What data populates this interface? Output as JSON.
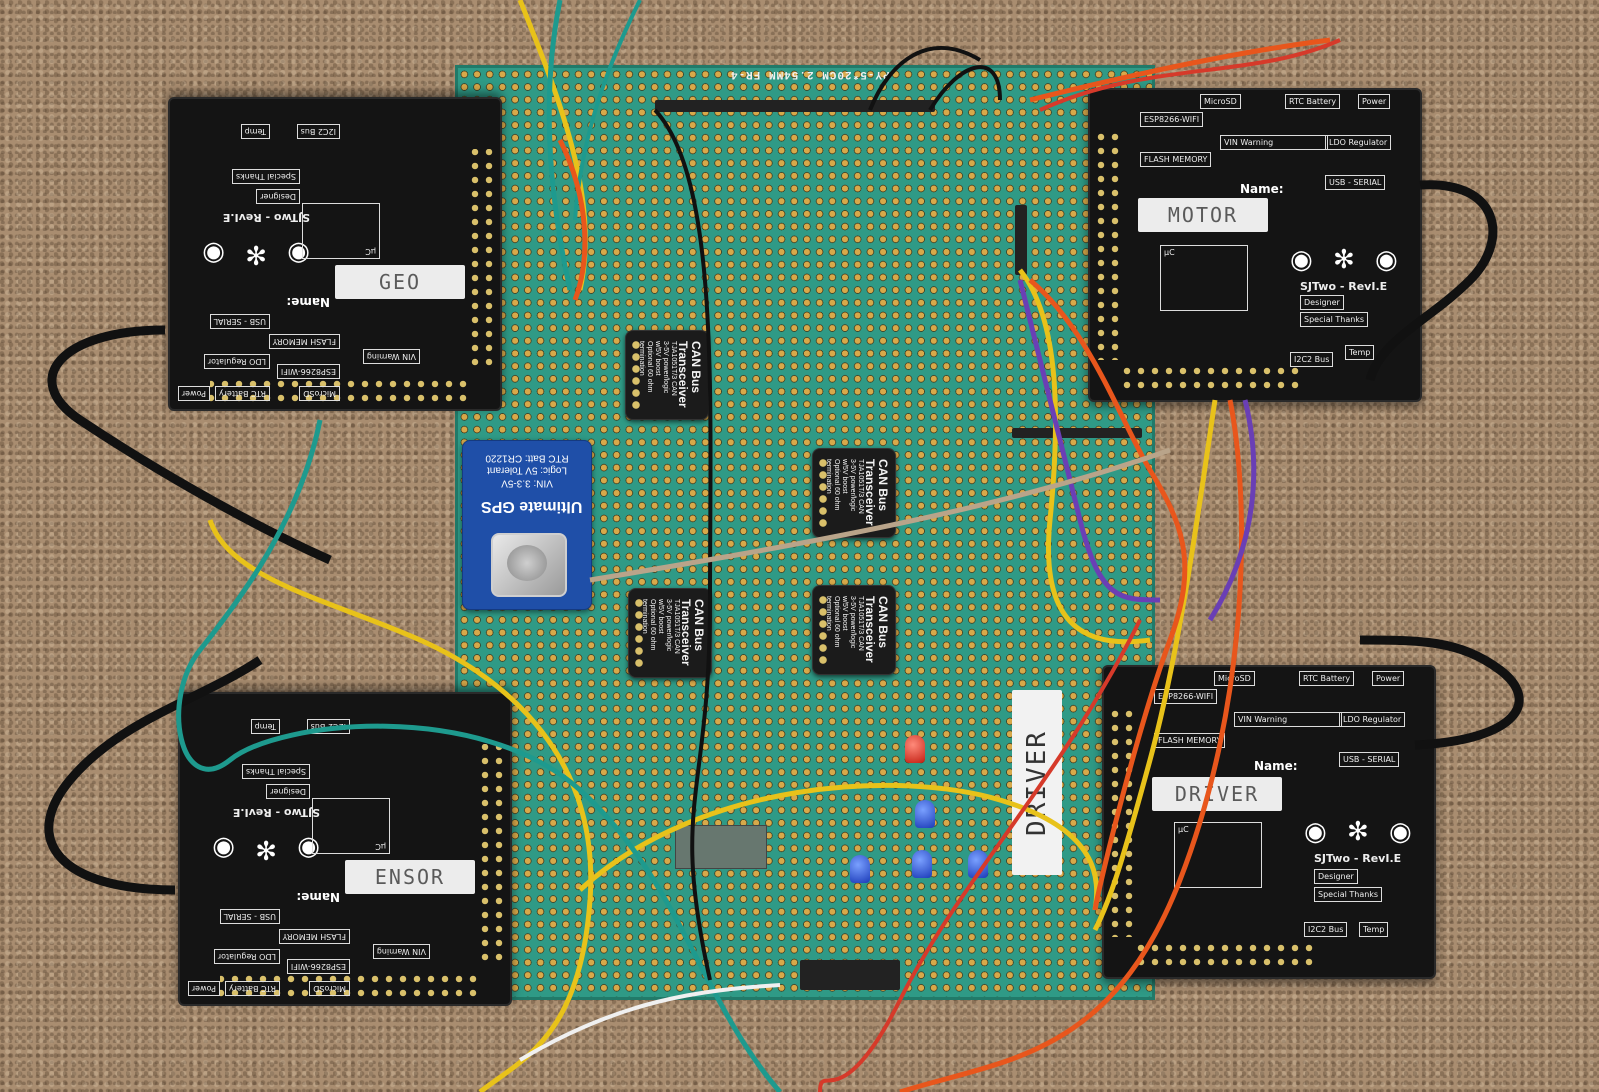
{
  "protoboard": {
    "silkscreen": "PY-5*20CM 2.54MM FR-4"
  },
  "boards": [
    {
      "id": "geo",
      "name_label": "GEO",
      "title": "SJTwo - RevI.E",
      "name_caption": "Name:",
      "boxes": [
        "RTC Battery",
        "Power",
        "MicroSD",
        "ESP8266-WIFI",
        "LDO Regulator",
        "VIN Warning",
        "FLASH MEMORY",
        "USB - SERIAL",
        "μC",
        "Designer",
        "Special Thanks",
        "I2C2 Bus",
        "Temp"
      ]
    },
    {
      "id": "motor",
      "name_label": "MOTOR",
      "title": "SJTwo - RevI.E",
      "name_caption": "Name:",
      "boxes": [
        "MicroSD",
        "RTC Battery",
        "Power",
        "ESP8266-WIFI",
        "VIN Warning",
        "LDO Regulator",
        "FLASH MEMORY",
        "USB - SERIAL",
        "μC",
        "Designer",
        "Special Thanks",
        "I2C2 Bus",
        "Temp"
      ]
    },
    {
      "id": "sensor",
      "name_label": "ENSOR",
      "title": "SJTwo - RevI.E",
      "name_caption": "Name:",
      "boxes": [
        "RTC Battery",
        "Power",
        "MicroSD",
        "ESP8266-WIFI",
        "LDO Regulator",
        "VIN Warning",
        "FLASH MEMORY",
        "USB - SERIAL",
        "μC",
        "Designer",
        "Special Thanks",
        "I2C2 Bus",
        "Temp"
      ]
    },
    {
      "id": "driver",
      "name_label": "DRIVER",
      "title": "SJTwo - RevI.E",
      "name_caption": "Name:",
      "boxes": [
        "MicroSD",
        "RTC Battery",
        "Power",
        "ESP8266-WIFI",
        "VIN Warning",
        "LDO Regulator",
        "FLASH MEMORY",
        "USB - SERIAL",
        "μC",
        "Designer",
        "Special Thanks",
        "I2C2 Bus",
        "Temp"
      ]
    }
  ],
  "can_modules": [
    {
      "title": "CAN Bus Transceiver",
      "subtitle": "TJA1051T/3 CAN",
      "note": "3-5V power/logic w/5V boost Optional 60 ohm termination"
    },
    {
      "title": "CAN Bus Transceiver",
      "subtitle": "TJA1051T/3 CAN",
      "note": "3-5V power/logic w/5V boost Optional 60 ohm termination"
    },
    {
      "title": "CAN Bus Transceiver",
      "subtitle": "TJA1051T/3 CAN",
      "note": "3-5V power/logic w/5V boost Optional 60 ohm termination"
    },
    {
      "title": "CAN Bus Transceiver",
      "subtitle": "TJA1051T/3 CAN",
      "note": "3-5V power/logic w/5V boost Optional 60 ohm termination"
    }
  ],
  "gps": {
    "title": "Ultimate GPS",
    "lines": [
      "VIN: 3.3-5V",
      "Logic: 5V Tolerant",
      "RTC Batt: CR1220"
    ]
  },
  "handwritten_label": "DRIVER",
  "colors": {
    "board_green": "#2f9a86",
    "pad_gold": "#d7a94a",
    "pcb_black": "#141414",
    "gps_blue": "#1f4fa8"
  },
  "wire_colors": [
    "#e8c21a",
    "#1e9a8e",
    "#e8561c",
    "#6a3fb5",
    "#111111",
    "#d63a2a",
    "#f0f0f0"
  ]
}
